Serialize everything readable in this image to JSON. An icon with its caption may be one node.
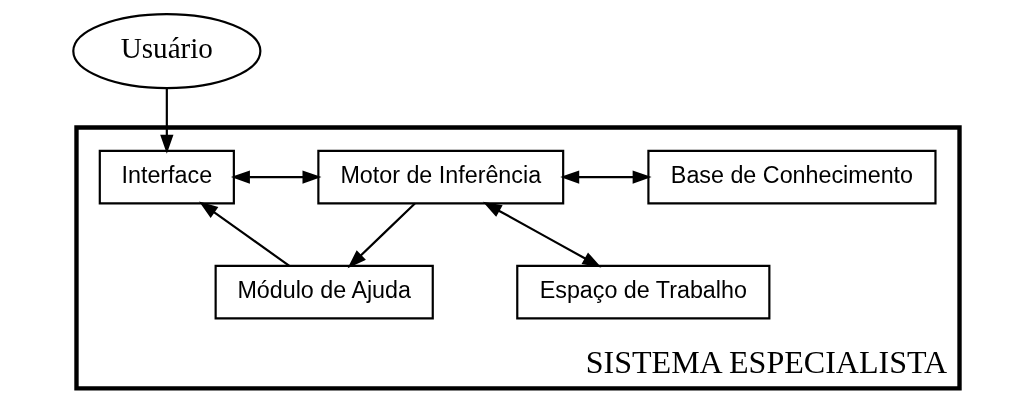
{
  "diagram": {
    "nodes": [
      {
        "text": [
          "Usuário"
        ]
      },
      {
        "text": [
          "SISTEMA ESPECIALISTA"
        ]
      },
      {
        "text": [
          "Interface"
        ],
        "in": 1
      },
      {
        "text": [
          "Motor de Inferência"
        ],
        "in": 1
      },
      {
        "text": [
          "Base de Conhecimento"
        ],
        "in": 1
      },
      {
        "text": [
          "Módulo de Ajuda"
        ],
        "in": 1
      },
      {
        "text": [
          "Espaço de Trabalho"
        ],
        "in": 1
      }
    ],
    "edges": [
      {
        "from": 0,
        "to": 2,
        "arrow": "to"
      },
      {
        "from": 2,
        "to": 3,
        "arrow": "both"
      },
      {
        "from": 3,
        "to": 4,
        "arrow": "both"
      },
      {
        "from": 3,
        "to": 5,
        "arrow": "to"
      },
      {
        "from": 5,
        "to": 2,
        "arrow": "to"
      },
      {
        "from": 3,
        "to": 6,
        "arrow": "both"
      }
    ]
  }
}
